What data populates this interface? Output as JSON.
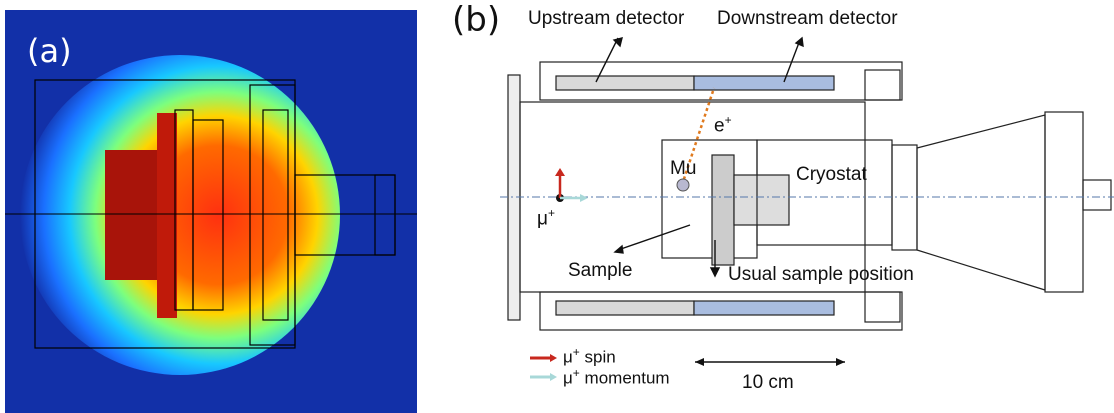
{
  "panel_a": {
    "label": "(a)"
  },
  "panel_b": {
    "label": "(b)",
    "labels": {
      "upstream_detector": "Upstream detector",
      "downstream_detector": "Downstream detector",
      "positron": "e",
      "positron_sup": "+",
      "muonium": "Mu",
      "cryostat": "Cryostat",
      "muon": "μ",
      "muon_sup": "+",
      "sample": "Sample",
      "usual_sample_position": "Usual sample position",
      "scale": "10 cm"
    },
    "legend": [
      {
        "symbol": "μ",
        "sup": "+",
        "text": " spin",
        "arrow_color": "#c8281e"
      },
      {
        "symbol": "μ",
        "sup": "+",
        "text": " momentum",
        "arrow_color": "#a8d8d8"
      }
    ]
  },
  "colors": {
    "field_background": "#1230a8",
    "field_hot": "#c81e0a",
    "detector_fill": "#a9bde0",
    "positron_track": "#e07a1e"
  }
}
